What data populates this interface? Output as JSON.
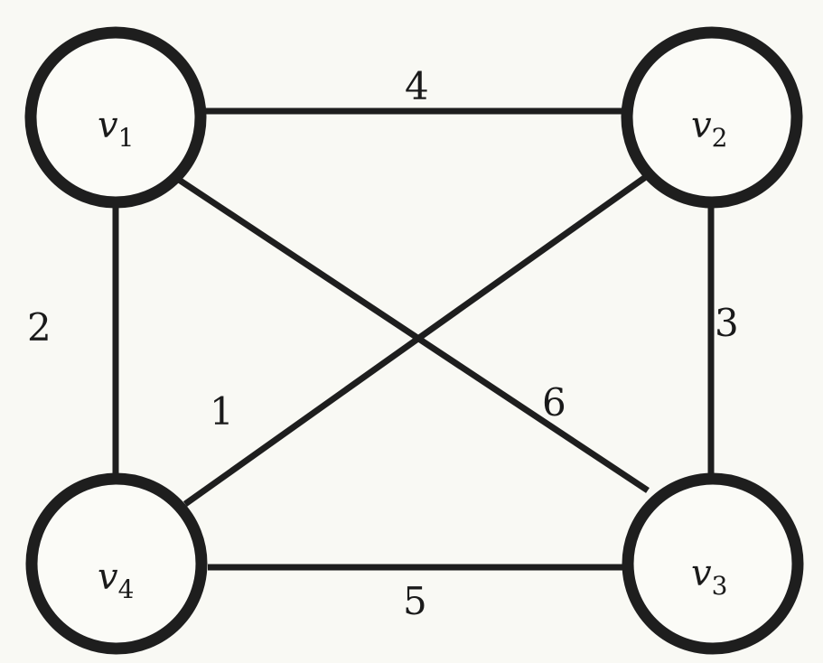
{
  "graph": {
    "nodes": [
      {
        "id": "v1",
        "name": "v",
        "sub": "1"
      },
      {
        "id": "v2",
        "name": "v",
        "sub": "2"
      },
      {
        "id": "v3",
        "name": "v",
        "sub": "3"
      },
      {
        "id": "v4",
        "name": "v",
        "sub": "4"
      }
    ],
    "edges": [
      {
        "from": "v1",
        "to": "v2",
        "weight": "4"
      },
      {
        "from": "v1",
        "to": "v4",
        "weight": "2"
      },
      {
        "from": "v2",
        "to": "v4",
        "weight": "1"
      },
      {
        "from": "v2",
        "to": "v3",
        "weight": "3"
      },
      {
        "from": "v1",
        "to": "v3",
        "weight": "6"
      },
      {
        "from": "v4",
        "to": "v3",
        "weight": "5"
      }
    ],
    "colors": {
      "stroke": "#1e1e1e",
      "background": "#f9f9f4"
    }
  }
}
